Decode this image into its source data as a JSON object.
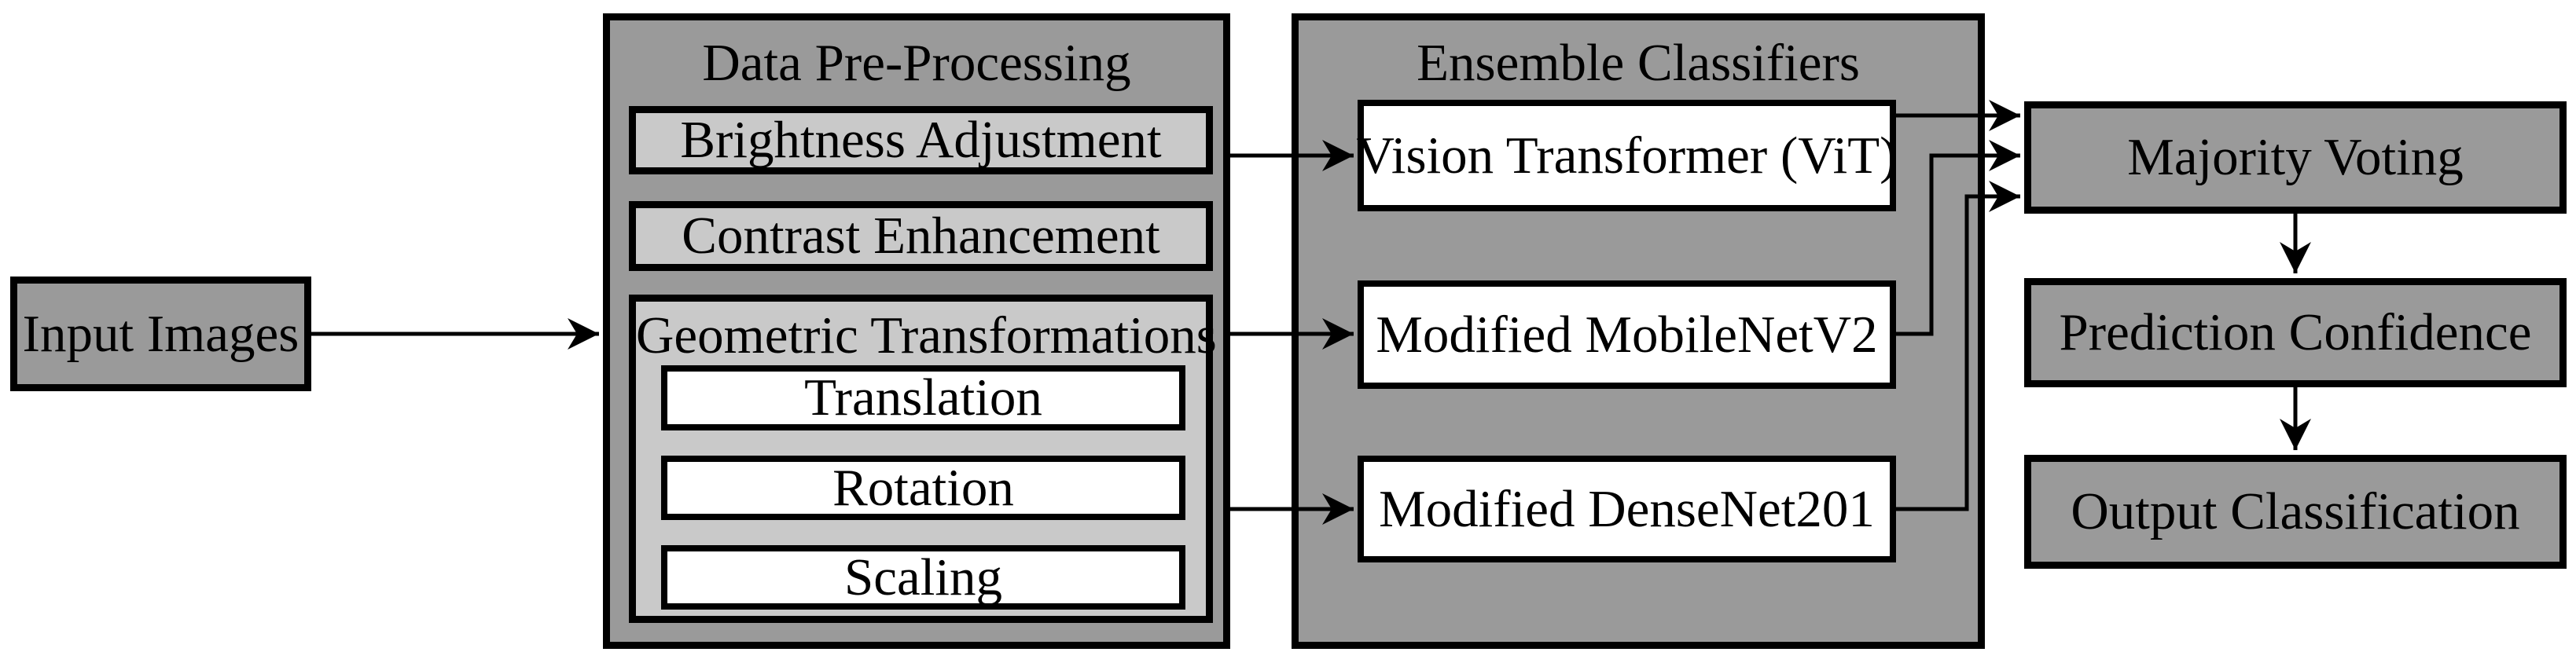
{
  "diagram": {
    "title": "Ensemble classification pipeline flowchart",
    "colors": {
      "background": "#ffffff",
      "container_fill": "#9a9a9a",
      "subcontainer_fill": "#c9c9c9",
      "leaf_fill": "#ffffff",
      "border": "#000000",
      "text": "#000000",
      "arrow": "#000000"
    },
    "input": {
      "label": "Input Images"
    },
    "preprocessing": {
      "title": "Data Pre-Processing",
      "brightness": {
        "label": "Brightness Adjustment"
      },
      "contrast": {
        "label": "Contrast Enhancement"
      },
      "geometric": {
        "title": "Geometric Transformations",
        "translation": {
          "label": "Translation"
        },
        "rotation": {
          "label": "Rotation"
        },
        "scaling": {
          "label": "Scaling"
        }
      }
    },
    "classifiers": {
      "title": "Ensemble Classifiers",
      "vit": {
        "label": "Vision Transformer (ViT)"
      },
      "mobilenet": {
        "label": "Modified MobileNetV2"
      },
      "densenet": {
        "label": "Modified DenseNet201"
      }
    },
    "voting": {
      "label": "Majority Voting"
    },
    "confidence": {
      "label": "Prediction Confidence"
    },
    "output": {
      "label": "Output Classification"
    },
    "connections": [
      {
        "from": "input-images",
        "to": "data-pre-processing"
      },
      {
        "from": "data-pre-processing",
        "to": "vision-transformer-vit"
      },
      {
        "from": "data-pre-processing",
        "to": "modified-mobilenetv2"
      },
      {
        "from": "data-pre-processing",
        "to": "modified-densenet201"
      },
      {
        "from": "vision-transformer-vit",
        "to": "majority-voting"
      },
      {
        "from": "modified-mobilenetv2",
        "to": "majority-voting"
      },
      {
        "from": "modified-densenet201",
        "to": "majority-voting"
      },
      {
        "from": "majority-voting",
        "to": "prediction-confidence"
      },
      {
        "from": "prediction-confidence",
        "to": "output-classification"
      }
    ]
  }
}
